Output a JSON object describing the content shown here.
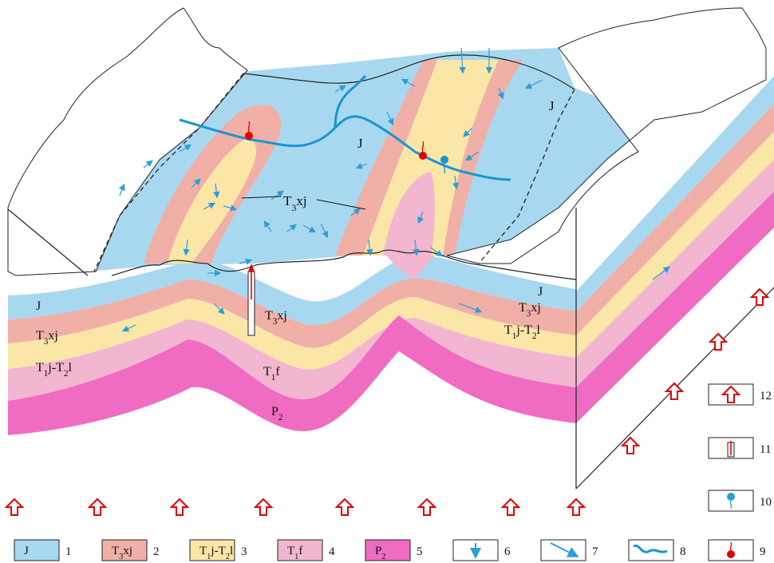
{
  "colors": {
    "J": "#a8d8f0",
    "T3xj": "#f0b0a8",
    "T1jT2l": "#fae6a6",
    "T1f": "#f2b6d0",
    "P2": "#f06cc2",
    "arrow_blue": "#2a9fd8",
    "river_blue": "#1a95d2",
    "red": "#e00000"
  },
  "block_labels": {
    "J_top_right": "J",
    "J_top_center": "J",
    "T3xj_top": "T3xj",
    "J_front_left": "J",
    "T3xj_front_left": "T3xj",
    "T1jT2l_front_left": "T1j-T2l",
    "T3xj_front_core": "T3xj",
    "T1f_front": "T1f",
    "P2_front": "P2",
    "J_front_right": "J",
    "T3xj_front_right": "T3xj",
    "T1jT2l_front_right": "T1j-T2l"
  },
  "legend": [
    {
      "num": "1",
      "label": "J",
      "kind": "J"
    },
    {
      "num": "2",
      "label": "T3xj",
      "kind": "T3xj"
    },
    {
      "num": "3",
      "label": "T1j-T2l",
      "kind": "T1jT2l"
    },
    {
      "num": "4",
      "label": "T1f",
      "kind": "T1f"
    },
    {
      "num": "5",
      "label": "P2",
      "kind": "P2"
    },
    {
      "num": "6",
      "kind": "down-arrow"
    },
    {
      "num": "7",
      "kind": "diag-arrow"
    },
    {
      "num": "8",
      "kind": "river"
    },
    {
      "num": "9",
      "kind": "red-spring"
    },
    {
      "num": "10",
      "kind": "blue-spring"
    },
    {
      "num": "11",
      "kind": "well"
    },
    {
      "num": "12",
      "kind": "uplift"
    }
  ]
}
